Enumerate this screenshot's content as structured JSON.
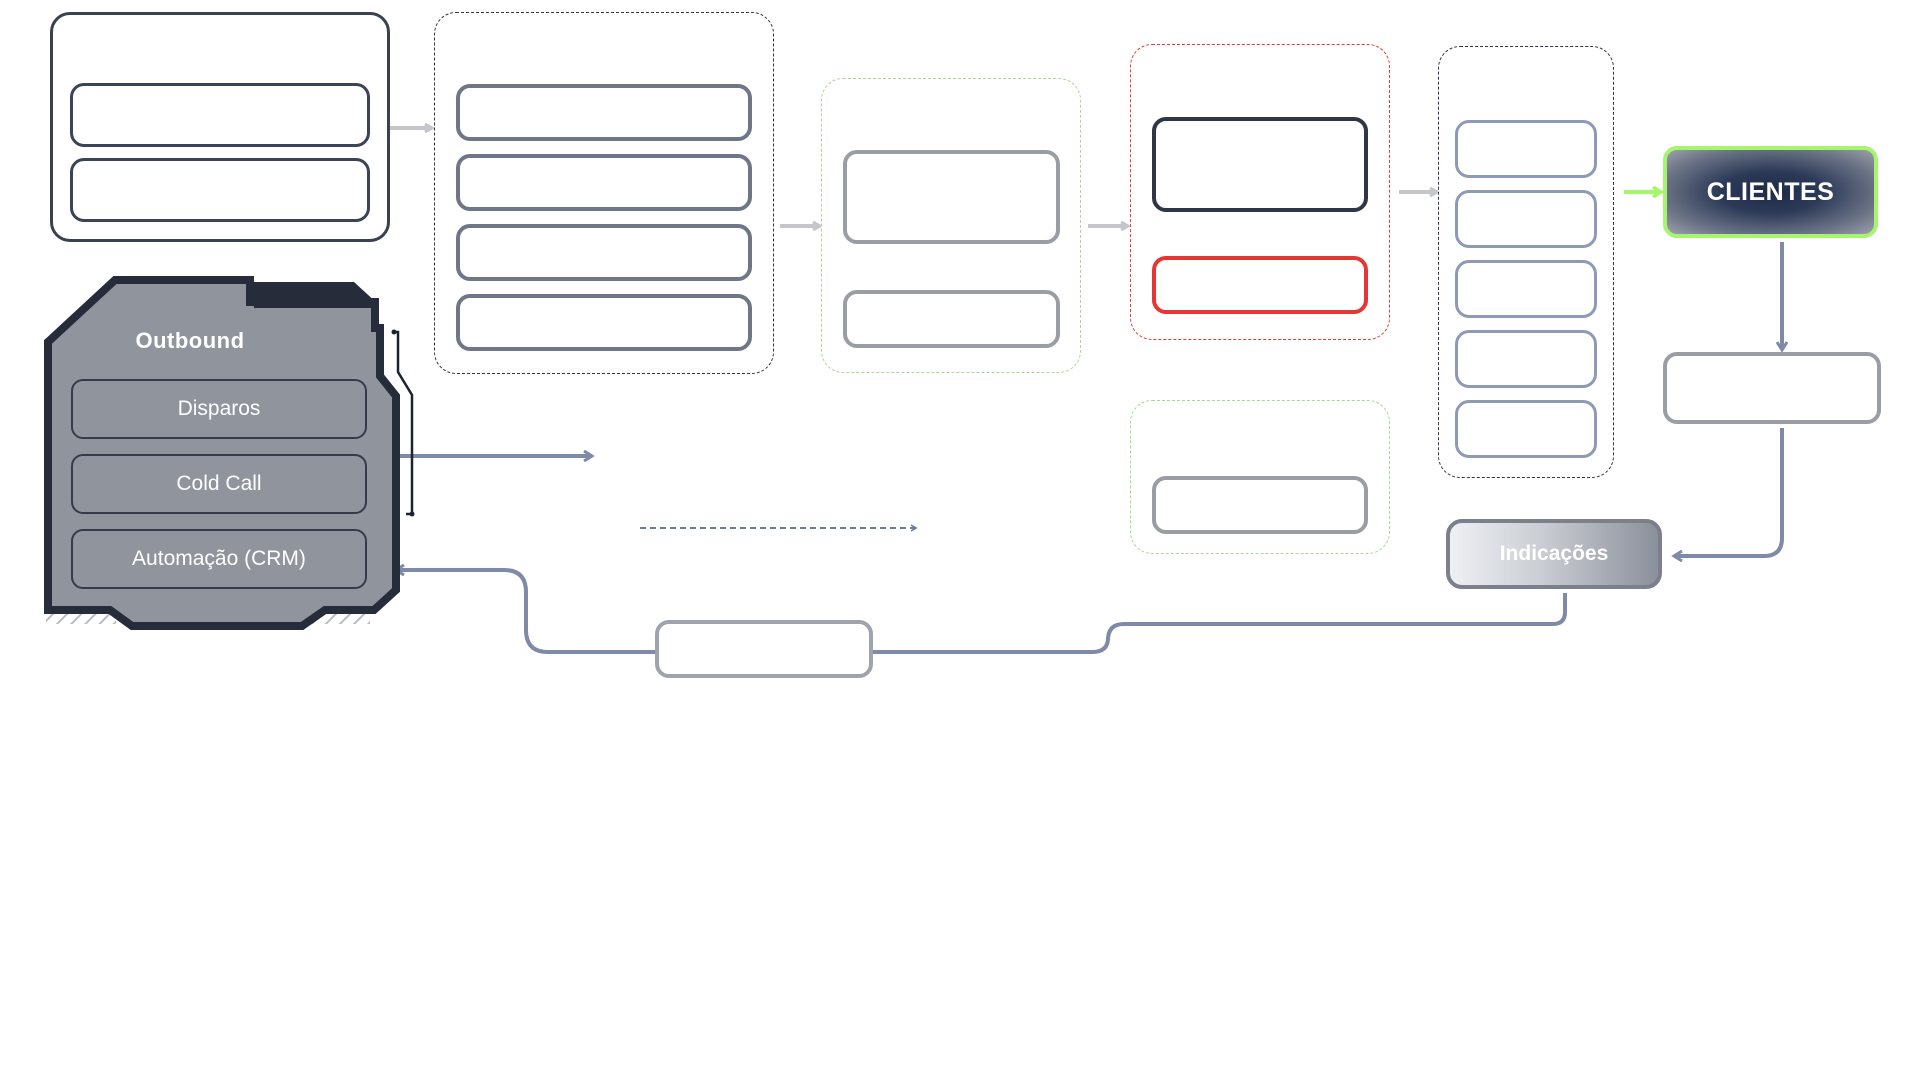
{
  "outbound": {
    "title": "Outbound",
    "items": [
      "Disparos",
      "Cold Call",
      "Automação (CRM)"
    ]
  },
  "clientes": {
    "label": "CLIENTES"
  },
  "indicacoes": {
    "label": "Indicações"
  },
  "colors": {
    "navy": "#2e3647",
    "steel_blue_line": "#7e8aa8",
    "light_gray_arrow": "#c4c6ca",
    "green_accent": "#a6f56c",
    "red_accent": "#e93434",
    "green_dashed": "#a8d897"
  }
}
